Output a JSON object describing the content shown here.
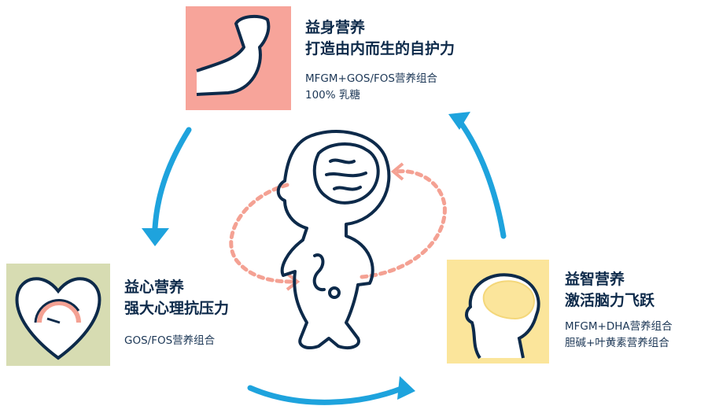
{
  "body_benefit": {
    "title_lines": [
      "益身营养",
      "打造由内而生的自护力"
    ],
    "desc_lines": [
      "MFGM+GOS/FOS营养组合",
      "100% 乳糖"
    ],
    "icon": "flexed-arm-icon",
    "color": "#f7a49a"
  },
  "heart_benefit": {
    "title_lines": [
      "益心营养",
      "强大心理抗压力"
    ],
    "desc_lines": [
      "GOS/FOS营养组合"
    ],
    "icon": "heart-gauge-icon",
    "color": "#d7dcb2"
  },
  "brain_benefit": {
    "title_lines": [
      "益智营养",
      "激活脑力飞跃"
    ],
    "desc_lines": [
      "MFGM+DHA营养组合",
      "胆碱+叶黄素营养组合"
    ],
    "icon": "head-brain-icon",
    "color": "#fbe59b"
  },
  "colors": {
    "text": "#0d2a4a",
    "arrow": "#1ea3dd",
    "dotted": "#f4a193"
  }
}
